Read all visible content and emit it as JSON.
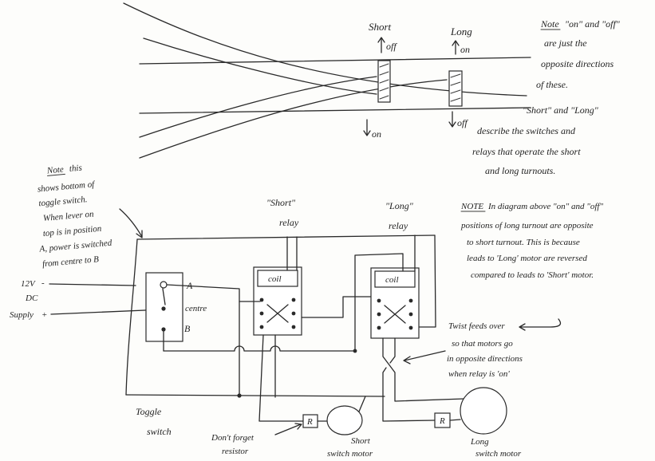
{
  "turnouts": {
    "short": {
      "label": "Short",
      "top_state": "off",
      "bottom_state": "on"
    },
    "long": {
      "label": "Long",
      "top_state": "on",
      "bottom_state": "off"
    }
  },
  "note_turnouts": {
    "heading": "Note",
    "lines": [
      "\"on\" and \"off\"",
      "are just the",
      "opposite directions",
      "of these.",
      "\"Short\" and \"Long\"",
      "describe the switches and",
      "relays that operate the short",
      "and long turnouts."
    ]
  },
  "note_toggle": {
    "heading": "Note",
    "lines": [
      "this",
      "shows bottom of",
      "toggle switch.",
      "When lever on",
      "top is in position",
      "A, power is switched",
      "from centre to B"
    ]
  },
  "note_reversed": {
    "heading": "NOTE",
    "lines": [
      "In diagram above \"on\" and \"off\"",
      "positions of long turnout are opposite",
      "to short turnout. This is because",
      "leads to 'Long' motor are reversed",
      "compared to leads to 'Short' motor."
    ]
  },
  "note_twist": {
    "lines": [
      "Twist feeds over",
      "so that motors go",
      "in opposite directions",
      "when relay is 'on'"
    ]
  },
  "supply": {
    "voltage": "12V",
    "type": "DC",
    "label": "Supply",
    "negative": "-",
    "positive": "+"
  },
  "toggle_switch": {
    "terminal_a": "A",
    "terminal_centre": "centre",
    "terminal_b": "B",
    "caption_line1": "Toggle",
    "caption_line2": "switch"
  },
  "relays": {
    "short": {
      "name": "\"Short\"",
      "type": "relay",
      "coil": "coil"
    },
    "long": {
      "name": "\"Long\"",
      "type": "relay",
      "coil": "coil"
    }
  },
  "resistors": {
    "short_label": "R",
    "long_label": "R",
    "reminder_line1": "Don't forget",
    "reminder_line2": "resistor"
  },
  "motors": {
    "short": {
      "name": "Short",
      "caption": "switch motor"
    },
    "long": {
      "name": "Long",
      "caption": "switch motor"
    }
  }
}
